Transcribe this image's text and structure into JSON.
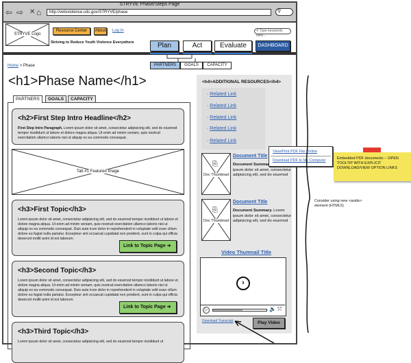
{
  "browser": {
    "title": "STRYVE Phase/Steps Page",
    "url": "http://vetoviolence.cdc.gov/STRYVE/phase",
    "search_icon": "search-icon"
  },
  "header": {
    "logo": "STRYVE Logo",
    "resource_center": "Resource Center",
    "about": "About",
    "login": "Log In",
    "tagline": "Striving to Reduce Youth Violence Everywhere",
    "search_placeholder": "Type keywords here..."
  },
  "nav": {
    "items": [
      "Plan",
      "Act",
      "Evaluate"
    ],
    "dashboard": "DASHBOARD",
    "active": "Plan",
    "subtabs": [
      "PARTNERS",
      "GOALS",
      "CAPACITY"
    ],
    "active_subtab": "PARTNERS",
    "accent": "#a5c4e8",
    "dashboard_color": "#2a5aa0"
  },
  "breadcrumb": {
    "home": "Home",
    "sep": ">",
    "current": "Phase"
  },
  "main": {
    "title": "<h1>Phase Name</h1>",
    "tabs": [
      "PARTNERS",
      "GOALS",
      "CAPACITY"
    ],
    "intro": {
      "heading": "<h2>First Step Intro Headline</h2>",
      "lead": "First Step Intro Paragraph.",
      "text": " Lorem ipsum dolor sit amet, consectetur adipisicing elit, sed do eiusmod tempor incididunt ut labore et dolore magna aliqua. Ut enim ad minim veniam, quis nostrud exercitation ullamco laboris nisi ut aliquip ex ea commodo consequat."
    },
    "featured_image": "Tab #1 Featured Image",
    "topics": [
      {
        "heading": "<h3>First Topic</h3>",
        "text": "Lorem ipsum dolor sit amet, consectetur adipisicing elit, sed do eiusmod tempor incididunt ut labore et dolore magna aliqua. Ut enim ad minim veniam, quis nostrud exercitation ullamco laboris nisi ut aliquip ex ea commodo consequat. Duis aute irure dolor in reprehenderit in voluptate velit esse cillum dolore eu fugiat nulla pariatur. Excepteur sint occaecat cupidatat non proident, sunt in culpa qui officia deserunt mollit anim id est laborum.",
        "button": "Link to Topic Page ➔"
      },
      {
        "heading": "<h3>Second Topic</h3>",
        "text": "Lorem ipsum dolor sit amet, consectetur adipisicing elit, sed do eiusmod tempor incididunt ut labore et dolore magna aliqua. Ut enim ad minim veniam, quis nostrud exercitation ullamco laboris nisi ut aliquip ex ea commodo consequat. Duis aute irure dolor in reprehenderit in voluptate velit esse cillum dolore eu fugiat nulla pariatur. Excepteur sint occaecat cupidatat non proident, sunt in culpa qui officia deserunt mollit anim id est laborum.",
        "button": "Link to Topic Page ➔"
      },
      {
        "heading": "<h3>Third Topic</h3>",
        "text": "Lorem ipsum dolor sit amet, consectetur adipisicing elit, sed do eiusmod tempor incididunt ut"
      }
    ]
  },
  "sidebar": {
    "heading": "<h4>ADDITIONAL RESOURCES</h4>",
    "links": [
      "Related Link",
      "Related Link",
      "Related Link",
      "Related Link",
      "Related Link"
    ],
    "docs": [
      {
        "thumb": "Doc Thumbnail",
        "title": "Document Title",
        "summary_lead": "Document Summary.",
        "summary": " Lorem ipsum dolor sit amet, consectetur adipisicing elit, sed do eiusmod"
      },
      {
        "thumb": "Doc Thumbnail",
        "title": "Document Title",
        "summary_lead": "Document Summary.",
        "summary": " Lorem ipsum dolor sit amet, consectetur adipisicing elit, sed do eiusmod"
      }
    ],
    "tooltip": [
      "View/Print PDF File Online",
      "Download PDF to My Computer"
    ],
    "video_title": "Video Thumnail Title",
    "transcript": "Download Transcript",
    "play": "Play Video",
    "video_progress": 0.55
  },
  "annotations": {
    "sticky": "Embedded PDF documents -- OPEN TOOLTIP WITH EXPLICIT DOWNLOAD/VIEW OPTION LINKS",
    "sticky_color": "#f5e55a",
    "aside_note": "Consider using new <aside> element (HTML5)"
  }
}
